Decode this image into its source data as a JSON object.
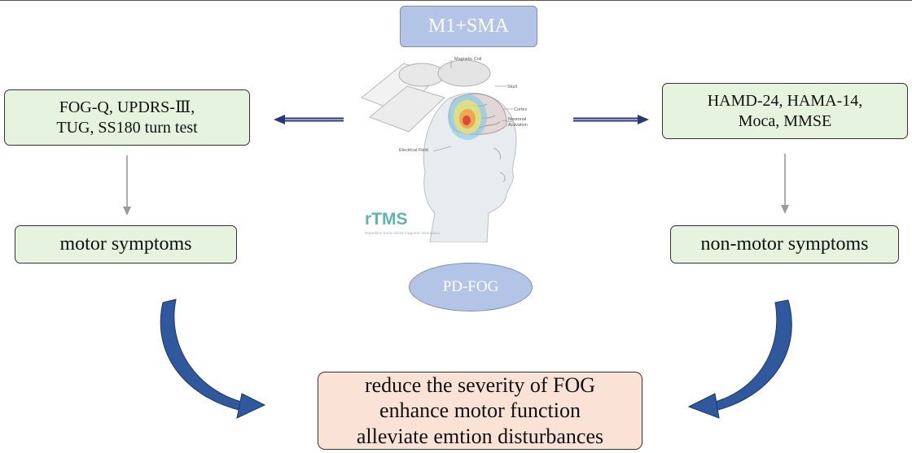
{
  "center": {
    "target": "M1+SMA",
    "condition": "PD-FOG",
    "illustration": {
      "brand": "rTMS",
      "caption": "Repetitive transcranial magnetic stimulation",
      "labels": {
        "coil": "Magnetic Coil",
        "skull": "Skull",
        "cortex": "Cortex",
        "activation_line1": "Neuronal",
        "activation_line2": "Activation",
        "field": "Electrical Field"
      }
    }
  },
  "left": {
    "assessments": [
      "FOG-Q, UPDRS-Ⅲ,",
      "TUG, SS180 turn test"
    ],
    "category": "motor symptoms"
  },
  "right": {
    "assessments": [
      "HAMD-24, HAMA-14,",
      "Moca, MMSE"
    ],
    "category": "non-motor symptoms"
  },
  "outcome": [
    "reduce the severity of FOG",
    "enhance motor function",
    "alleviate emtion disturbances"
  ],
  "colors": {
    "assessment_fill": "#e6f3de",
    "pill_fill": "#b4c4e6",
    "outcome_fill": "#fbe2d6",
    "arrow_navy": "#27397a",
    "curved_arrow": "#30589c",
    "rtms_teal": "#5fb4b0"
  }
}
